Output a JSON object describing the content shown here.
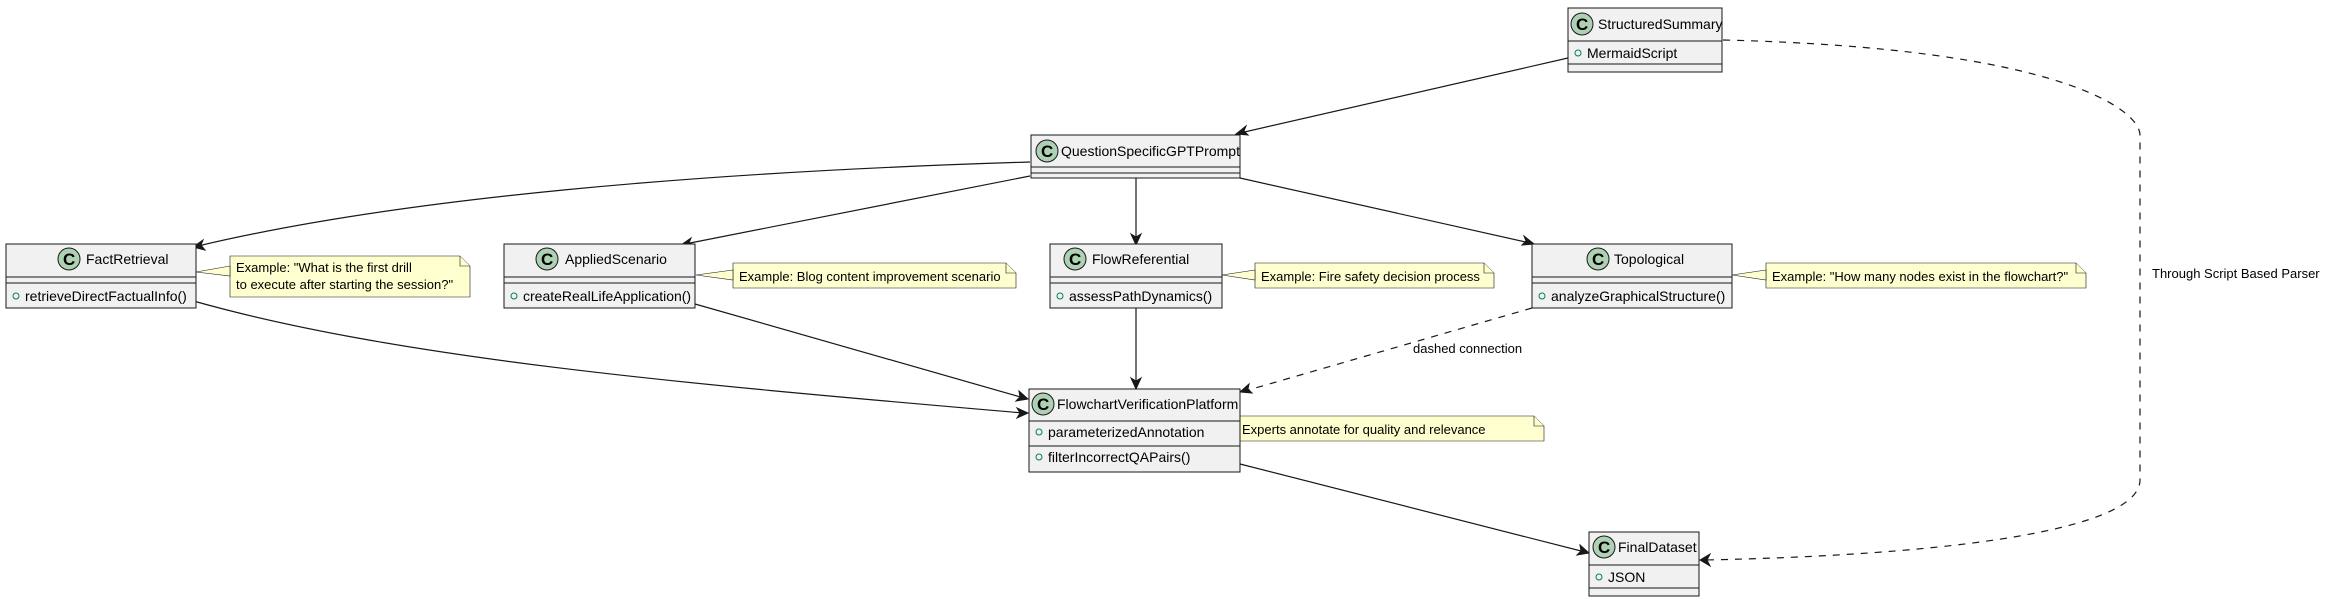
{
  "classes": {
    "structured_summary": {
      "name": "StructuredSummary",
      "fields": [
        "MermaidScript"
      ],
      "methods": []
    },
    "question_specific": {
      "name": "QuestionSpecificGPTPrompt",
      "fields": [],
      "methods": []
    },
    "fact_retrieval": {
      "name": "FactRetrieval",
      "fields": [],
      "methods": [
        "retrieveDirectFactualInfo()"
      ]
    },
    "applied_scenario": {
      "name": "AppliedScenario",
      "fields": [],
      "methods": [
        "createRealLifeApplication()"
      ]
    },
    "flow_referential": {
      "name": "FlowReferential",
      "fields": [],
      "methods": [
        "assessPathDynamics()"
      ]
    },
    "topological": {
      "name": "Topological",
      "fields": [],
      "methods": [
        "analyzeGraphicalStructure()"
      ]
    },
    "verification": {
      "name": "FlowchartVerificationPlatform",
      "fields": [
        "parameterizedAnnotation"
      ],
      "methods": [
        "filterIncorrectQAPairs()"
      ]
    },
    "final_dataset": {
      "name": "FinalDataset",
      "fields": [
        "JSON"
      ],
      "methods": []
    }
  },
  "spot_letter": "C",
  "notes": {
    "fact_retrieval": [
      "Example: \"What is the first drill",
      "to execute after starting the session?\""
    ],
    "applied_scenario": [
      "Example: Blog content improvement scenario"
    ],
    "flow_referential": [
      "Example: Fire safety decision process"
    ],
    "topological": [
      "Example: \"How many nodes exist in the flowchart?\""
    ],
    "verification": [
      "Experts annotate for quality and relevance"
    ]
  },
  "edges": [
    {
      "from": "StructuredSummary",
      "to": "QuestionSpecificGPTPrompt",
      "style": "solid",
      "label": ""
    },
    {
      "from": "StructuredSummary",
      "to": "FinalDataset",
      "style": "dashed",
      "label": "Through Script Based Parser"
    },
    {
      "from": "QuestionSpecificGPTPrompt",
      "to": "FactRetrieval",
      "style": "solid",
      "label": ""
    },
    {
      "from": "QuestionSpecificGPTPrompt",
      "to": "AppliedScenario",
      "style": "solid",
      "label": ""
    },
    {
      "from": "QuestionSpecificGPTPrompt",
      "to": "FlowReferential",
      "style": "solid",
      "label": ""
    },
    {
      "from": "QuestionSpecificGPTPrompt",
      "to": "Topological",
      "style": "solid",
      "label": ""
    },
    {
      "from": "FactRetrieval",
      "to": "FlowchartVerificationPlatform",
      "style": "solid",
      "label": ""
    },
    {
      "from": "AppliedScenario",
      "to": "FlowchartVerificationPlatform",
      "style": "solid",
      "label": ""
    },
    {
      "from": "FlowReferential",
      "to": "FlowchartVerificationPlatform",
      "style": "solid",
      "label": ""
    },
    {
      "from": "Topological",
      "to": "FlowchartVerificationPlatform",
      "style": "dashed",
      "label": "dashed connection"
    },
    {
      "from": "FlowchartVerificationPlatform",
      "to": "FinalDataset",
      "style": "solid",
      "label": ""
    }
  ]
}
